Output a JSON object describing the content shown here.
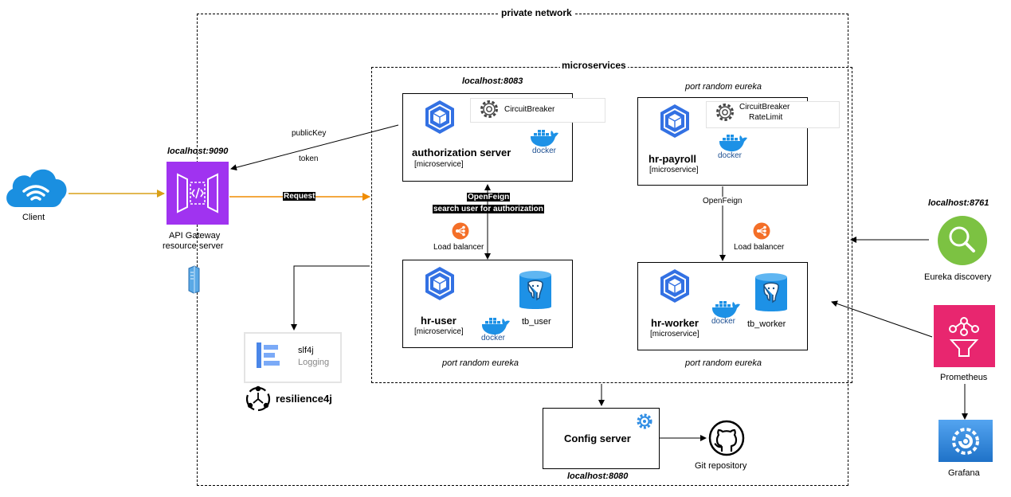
{
  "regions": {
    "private_network": "private network",
    "microservices": "microservices"
  },
  "client": {
    "label": "Client"
  },
  "gateway": {
    "host": "localhost:9090",
    "label_line1": "API Gateway",
    "label_line2": "resource server"
  },
  "edges": {
    "request": "Request",
    "public_key": "publicKey",
    "token": "token",
    "openfeign_user_line1": "OpenFeign",
    "openfeign_user_line2": "search user for authorization",
    "openfeign_payroll": "OpenFeign",
    "load_balancer_left": "Load balancer",
    "load_balancer_right": "Load balancer"
  },
  "auth": {
    "host": "localhost:8083",
    "name": "authorization server",
    "kind": "[microservice]",
    "badge": "CircuitBreaker",
    "docker": "docker"
  },
  "payroll": {
    "host": "port random eureka",
    "name": "hr-payroll",
    "kind": "[microservice]",
    "badge_line1": "CircuitBreaker",
    "badge_line2": "RateLimit",
    "docker": "docker"
  },
  "user": {
    "name": "hr-user",
    "kind": "[microservice]",
    "db": "tb_user",
    "docker": "docker",
    "port": "port random eureka"
  },
  "worker": {
    "name": "hr-worker",
    "kind": "[microservice]",
    "db": "tb_worker",
    "docker": "docker",
    "port": "port random eureka"
  },
  "logging": {
    "line1": "slf4j",
    "line2": "Logging"
  },
  "resilience": {
    "label": "resilience4j"
  },
  "config": {
    "name": "Config server",
    "host": "localhost:8080"
  },
  "git": {
    "label": "Git repository"
  },
  "eureka": {
    "host": "localhost:8761",
    "label": "Eureka discovery"
  },
  "prometheus": {
    "label": "Prometheus"
  },
  "grafana": {
    "label": "Grafana"
  },
  "colors": {
    "k8s_blue": "#3371e3",
    "docker_blue": "#1d91e6",
    "gateway_purple": "#a033f0",
    "client_blue": "#1a8fe0",
    "arrow_orange": "#f08c00",
    "arrow_gold": "#d9a018",
    "eureka_green": "#7cc242",
    "prometheus_pink": "#e8266f",
    "grafana_blue": "#2f8de4",
    "lb_orange": "#f46f28"
  }
}
